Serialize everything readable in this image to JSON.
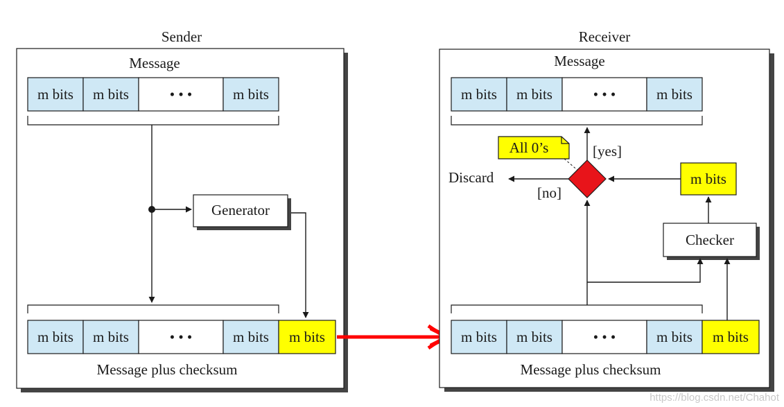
{
  "sender": {
    "title": "Sender",
    "message_label": "Message",
    "cells": [
      "m bits",
      "m bits",
      "• • •",
      "m bits"
    ],
    "generator_label": "Generator",
    "output_cells": [
      "m bits",
      "m bits",
      "• • •",
      "m bits",
      "m bits"
    ],
    "caption": "Message plus checksum"
  },
  "receiver": {
    "title": "Receiver",
    "message_label": "Message",
    "cells": [
      "m bits",
      "m bits",
      "• • •",
      "m bits"
    ],
    "note_label": "All 0’s",
    "yes_label": "[yes]",
    "no_label": "[no]",
    "discard_label": "Discard",
    "result_label": "m bits",
    "checker_label": "Checker",
    "input_cells": [
      "m bits",
      "m bits",
      "• • •",
      "m bits",
      "m bits"
    ],
    "caption": "Message plus checksum"
  },
  "colors": {
    "data_cell": "#cfe8f5",
    "checksum_cell": "#ffff00",
    "decision": "#e8141a",
    "transfer_arrow": "#ff0000",
    "shadow": "#444444"
  },
  "watermark": "https://blog.csdn.net/Chahot"
}
